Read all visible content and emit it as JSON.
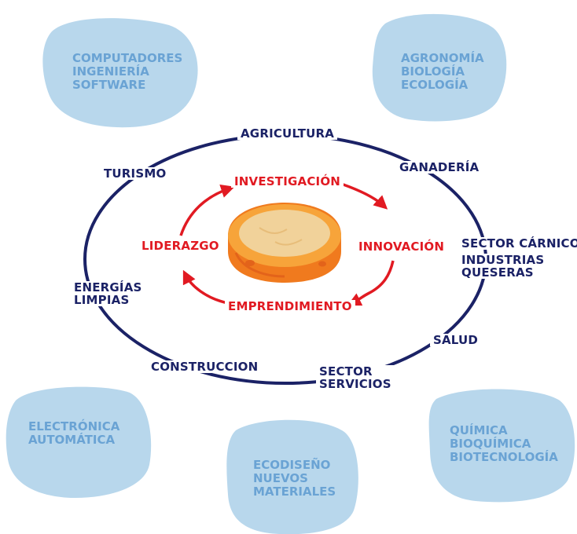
{
  "colors": {
    "ring": "#1b2266",
    "inner_cycle": "#e11a22",
    "blob_fill": "#b8d7ec",
    "blob_text": "#6aa3d4",
    "cheese_rind": "#f07a1e",
    "cheese_top": "#f1d29a"
  },
  "center_icon": "cheese-wheel-icon",
  "outer_ring": {
    "agricultura": "AGRICULTURA",
    "ganaderia": "GANADERÍA",
    "sector_carnico": "SECTOR CÁRNICO",
    "industrias_queseras": [
      "INDUSTRIAS",
      "QUESERAS"
    ],
    "salud": "SALUD",
    "sector_servicios": [
      "SECTOR",
      "SERVICIOS"
    ],
    "construccion": "CONSTRUCCION",
    "energias_limpias": [
      "ENERGÍAS",
      "LIMPIAS"
    ],
    "turismo": "TURISMO"
  },
  "inner_cycle": {
    "investigacion": "INVESTIGACIÓN",
    "innovacion": "INNOVACIÓN",
    "emprendimiento": "EMPRENDIMIENTO",
    "liderazgo": "LIDERAZGO"
  },
  "blobs": {
    "top_left": [
      "COMPUTADORES",
      "INGENIERÍA",
      "SOFTWARE"
    ],
    "top_right": [
      "AGRONOMÍA",
      "BIOLOGÍA",
      "ECOLOGÍA"
    ],
    "bottom_left": [
      "ELECTRÓNICA",
      "AUTOMÁTICA"
    ],
    "bottom_center": [
      "ECODISEÑO",
      "NUEVOS",
      "MATERIALES"
    ],
    "bottom_right": [
      "QUÍMICA",
      "BIOQUÍMICA",
      "BIOTECNOLOGÍA"
    ]
  }
}
